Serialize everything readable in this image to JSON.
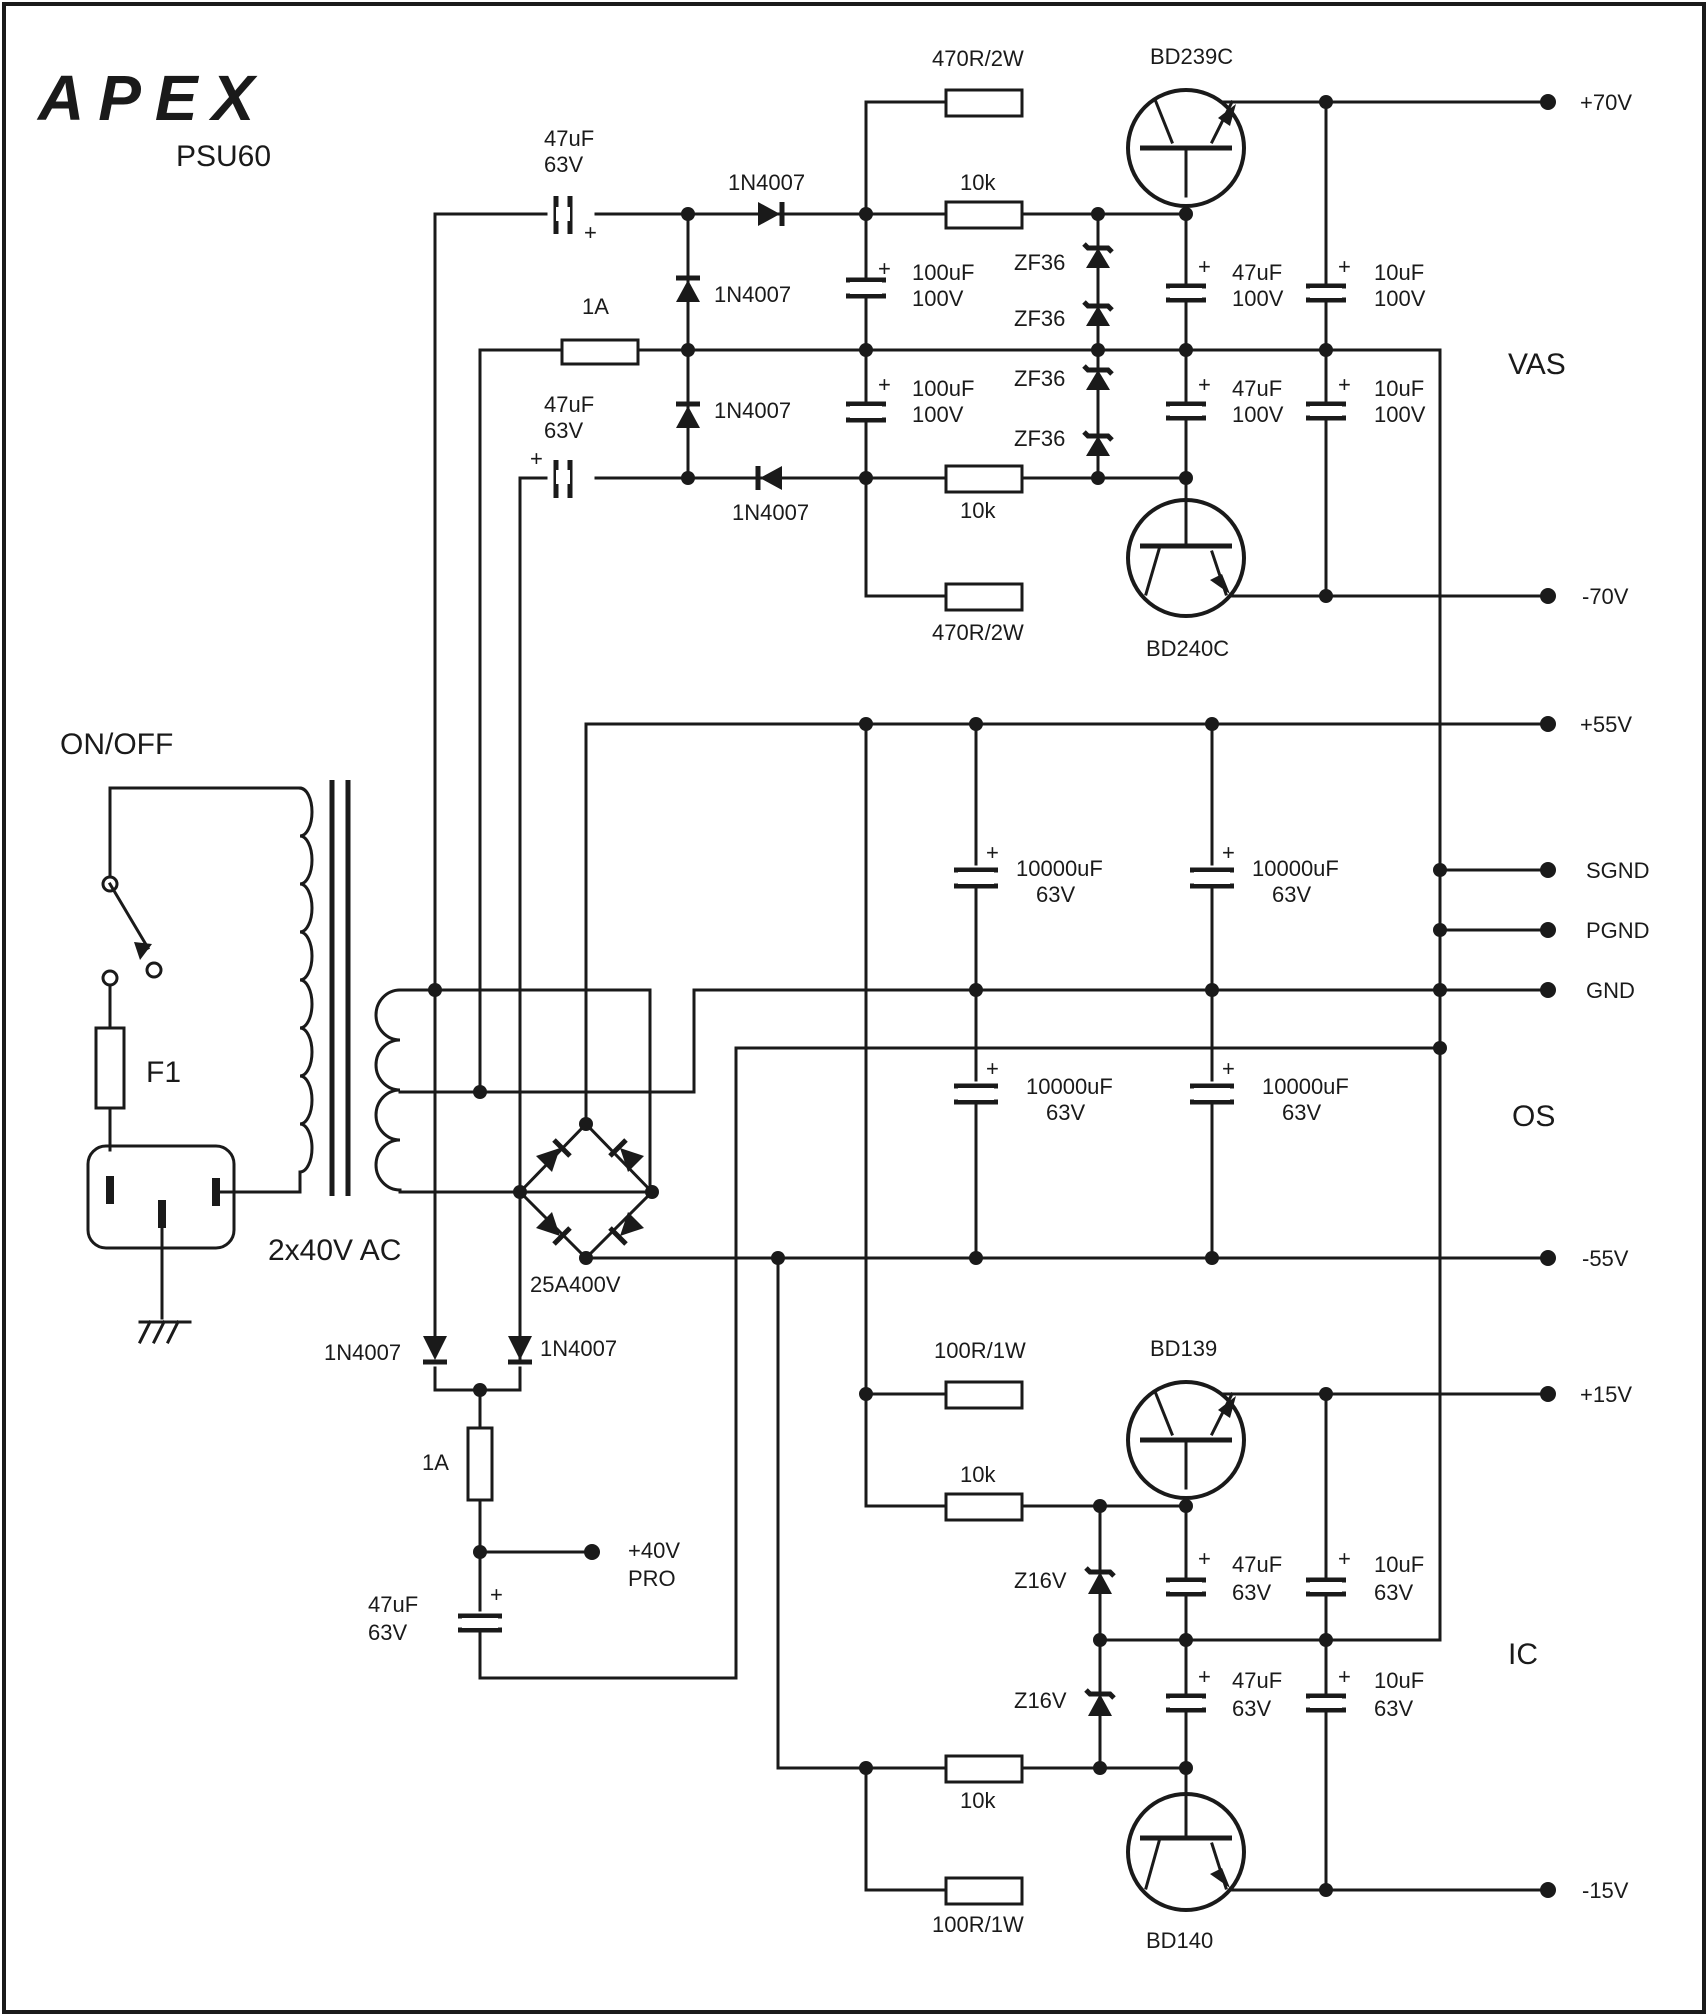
{
  "brand": {
    "logo": "APEX",
    "model": "PSU60"
  },
  "labels": {
    "switch": "ON/OFF",
    "fuse_main": "F1",
    "transformer": "2x40V AC",
    "bridge": "25A400V",
    "cap_47_63": "47uF",
    "cap_63v": "63V",
    "fuse_1a": "1A",
    "diode": "1N4007",
    "res_470": "470R/2W",
    "res_10k": "10k",
    "res_100r": "100R/1W",
    "cap_100uf": "100uF",
    "cap_100v": "100V",
    "cap_47uf": "47uF",
    "cap_10uf": "10uF",
    "cap_10000uf": "10000uF",
    "zener_36": "ZF36",
    "zener_16": "Z16V",
    "q_bd239": "BD239C",
    "q_bd240": "BD240C",
    "q_bd139": "BD139",
    "q_bd140": "BD140",
    "pro_voltage": "+40V",
    "pro_name": "PRO",
    "plus": "+"
  },
  "outputs": {
    "p70": "+70V",
    "m70": "-70V",
    "p55": "+55V",
    "sgnd": "SGND",
    "pgnd": "PGND",
    "gnd": "GND",
    "m55": "-55V",
    "p15": "+15V",
    "m15": "-15V"
  },
  "sections": {
    "vas": "VAS",
    "os": "OS",
    "ic": "IC"
  }
}
